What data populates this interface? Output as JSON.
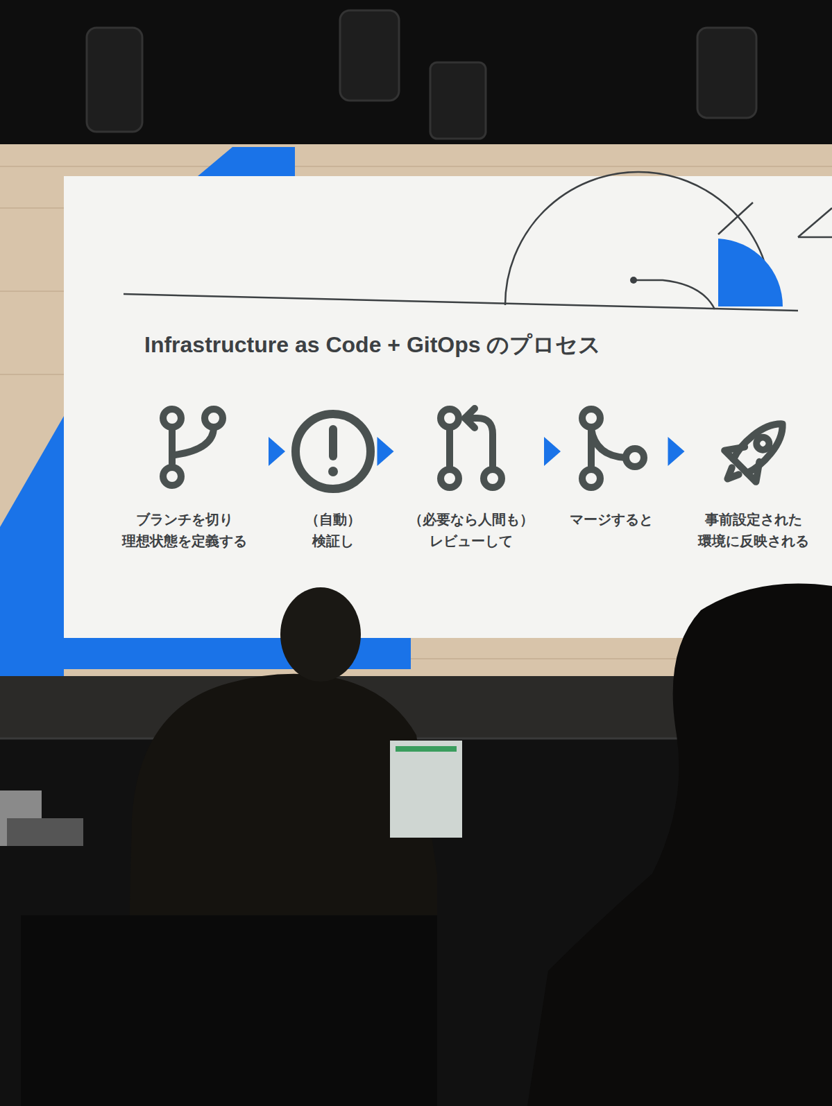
{
  "diagram": {
    "title": "Infrastructure as Code + GitOps のプロセス",
    "nodes": [
      {
        "text": [
          "ブランチを切り 理想状態を定義する"
        ]
      },
      {
        "text": [
          "（自動）検証し"
        ]
      },
      {
        "text": [
          "（必要なら人間も） レビューして"
        ]
      },
      {
        "text": [
          "マージすると"
        ]
      },
      {
        "text": [
          "事前設定された 環境に反映される"
        ]
      }
    ],
    "edges": [
      {
        "from": 0,
        "to": 1,
        "arrow": "to"
      },
      {
        "from": 1,
        "to": 2,
        "arrow": "to"
      },
      {
        "from": 2,
        "to": 3,
        "arrow": "to"
      },
      {
        "from": 3,
        "to": 4,
        "arrow": "to"
      }
    ]
  }
}
